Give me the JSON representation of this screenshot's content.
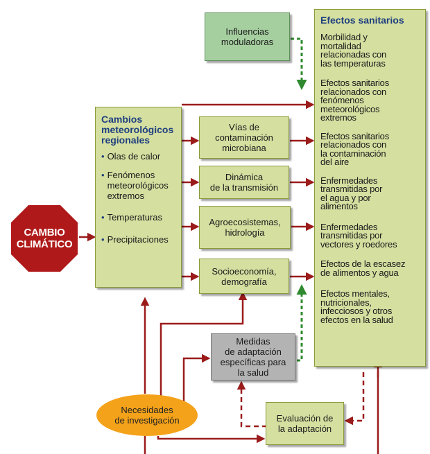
{
  "influences": "Influencias\nmoduladoras",
  "climate_change": "CAMBIO\nCLIMÁTICO",
  "weather": {
    "title": "Cambios\nmeteorológicos\nregionales",
    "items": [
      "Olas de calor",
      "Fenómenos\nmeteorológicos\nextremos",
      "Temperaturas",
      "Precipitaciones"
    ]
  },
  "pathways": [
    "Vías de\ncontaminación\nmicrobiana",
    "Dinámica\nde la transmisión",
    "Agroecosistemas,\nhidrología",
    "Socioeconomía,\ndemografía"
  ],
  "health": {
    "title": "Efectos sanitarios",
    "items": [
      "Morbilidad y\nmortalidad\nrelacionadas con\nlas temperaturas",
      "Efectos sanitarios\nrelacionados con\nfenómenos\nmeteorológicos\nextremos",
      "Efectos sanitarios\nrelacionados con\nla contaminación\ndel aire",
      "Enfermedades\ntransmitidas por\nel agua y por\nalimentos",
      "Enfermedades\ntransmitidas por\nvectores y roedores",
      "Efectos de la escasez\nde alimentos y agua",
      "Efectos mentales,\nnutricionales,\ninfecciosos y otros\nefectos en la salud"
    ]
  },
  "adaptation_measures": "Medidas\nde adaptación\nespecíficas para\nla salud",
  "research_needs": "Necesidades\nde investigación",
  "adaptation_evaluation": "Evaluación de\nla adaptación",
  "colors": {
    "box_fill": "#d4dfa0",
    "box_border": "#8a9a3a",
    "arrow_red": "#9b1b1b",
    "arrow_green": "#2f8a2f",
    "octagon": "#b01919",
    "ellipse": "#f4a21a",
    "measures_fill": "#b3b3b3",
    "title_blue": "#1f3f7f"
  }
}
